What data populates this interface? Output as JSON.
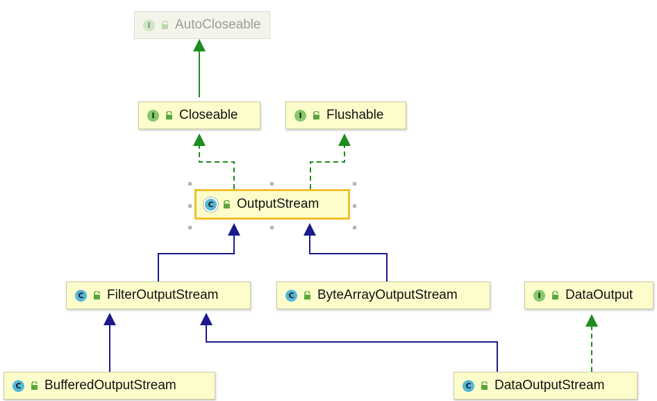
{
  "diagram": {
    "nodes": [
      {
        "id": "autocloseable",
        "kind": "interface",
        "badge": "I",
        "label": "AutoCloseable",
        "faded": true
      },
      {
        "id": "closeable",
        "kind": "interface",
        "badge": "I",
        "label": "Closeable"
      },
      {
        "id": "flushable",
        "kind": "interface",
        "badge": "I",
        "label": "Flushable"
      },
      {
        "id": "outputstream",
        "kind": "class",
        "badge": "C",
        "label": "OutputStream",
        "selected": true
      },
      {
        "id": "filteroutputstream",
        "kind": "class",
        "badge": "C",
        "label": "FilterOutputStream"
      },
      {
        "id": "bytearrayoutputstream",
        "kind": "class",
        "badge": "C",
        "label": "ByteArrayOutputStream"
      },
      {
        "id": "dataoutput",
        "kind": "interface",
        "badge": "I",
        "label": "DataOutput"
      },
      {
        "id": "bufferedoutputstream",
        "kind": "class",
        "badge": "C",
        "label": "BufferedOutputStream"
      },
      {
        "id": "dataoutputstream",
        "kind": "class",
        "badge": "C",
        "label": "DataOutputStream"
      }
    ],
    "edges": [
      {
        "from": "closeable",
        "to": "autocloseable",
        "type": "interface-extends"
      },
      {
        "from": "outputstream",
        "to": "closeable",
        "type": "implements"
      },
      {
        "from": "outputstream",
        "to": "flushable",
        "type": "implements"
      },
      {
        "from": "filteroutputstream",
        "to": "outputstream",
        "type": "extends"
      },
      {
        "from": "bytearrayoutputstream",
        "to": "outputstream",
        "type": "extends"
      },
      {
        "from": "bufferedoutputstream",
        "to": "filteroutputstream",
        "type": "extends"
      },
      {
        "from": "dataoutputstream",
        "to": "filteroutputstream",
        "type": "extends"
      },
      {
        "from": "dataoutputstream",
        "to": "dataoutput",
        "type": "implements"
      }
    ],
    "colors": {
      "interface_extends": "#1e8c1e",
      "implements": "#1e8c1e",
      "extends": "#1a1a8c",
      "selection": "#f0c02c"
    }
  }
}
